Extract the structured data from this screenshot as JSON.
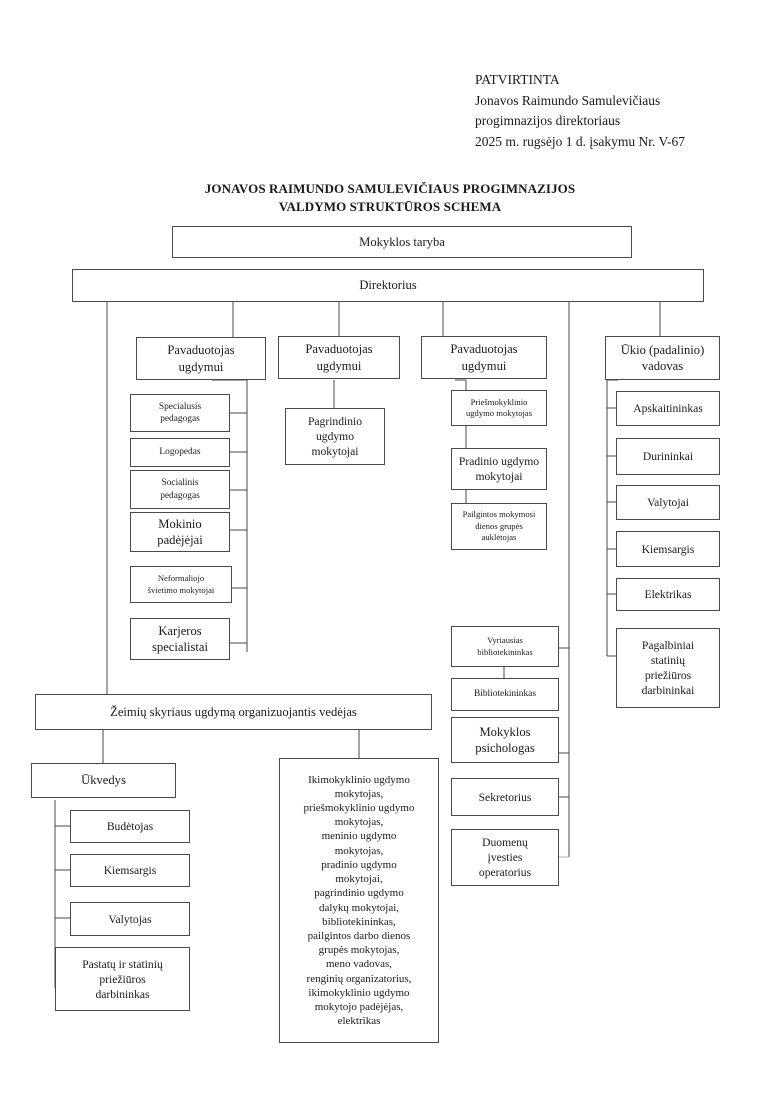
{
  "document": {
    "approval_header": [
      "PATVIRTINTA",
      "Jonavos Raimundo Samulevičiaus",
      "progimnazijos direktoriaus",
      "2025 m. rugsėjo 1 d. įsakymu Nr. V-67"
    ],
    "title_line1": "JONAVOS RAIMUNDO SAMULEVIČIAUS PROGIMNAZIJOS",
    "title_line2": "VALDYMO STRUKTŪROS SCHEMA"
  },
  "chart_data": {
    "type": "diagram",
    "title": "JONAVOS RAIMUNDO SAMULEVIČIAUS PROGIMNAZIJOS VALDYMO STRUKTŪROS SCHEMA",
    "orientation": "top-down organizational hierarchy",
    "line_color": "#4a4a4a",
    "background": "#ffffff"
  },
  "nodes": {
    "council": "Mokyklos taryba",
    "director": "Direktorius",
    "deputy1": "Pavaduotojas\nugdymui",
    "deputy2": "Pavaduotojas\nugdymui",
    "deputy3": "Pavaduotojas\nugdymui",
    "economy_head": "Ūkio (padalinio)\nvadovas",
    "col1": [
      "Specialusis\npedagogas",
      "Logopedas",
      "Socialinis\npedagogas",
      "Mokinio\npadėjėjai",
      "Neformaliojo\nšvietimo mokytojai",
      "Karjeros\nspecialistai"
    ],
    "col2": [
      "Pagrindinio\nugdymo\nmokytojai"
    ],
    "col3": [
      "Priešmokyklinio\nugdymo  mokytojas",
      "Pradinio ugdymo\nmokytojai",
      "Pailgintos mokymosi\ndienos grupės\nauklėtojas"
    ],
    "col4": [
      "Apskaitininkas",
      "Durininkai",
      "Valytojai",
      "Kiemsargis",
      "Elektrikas",
      "Pagalbiniai\nstatinių\npriežiūros\ndarbininkai"
    ],
    "center_column": [
      "Vyriausias\nbibliotekininkas",
      "Bibliotekininkas",
      "Mokyklos\npsichologas",
      "Sekretorius",
      "Duomenų\nįvesties\noperatorius"
    ],
    "zeimiai_head": "Žeimių skyriaus ugdymą organizuojantis vedėjas",
    "ukvedys": "Ūkvedys",
    "ukvedys_children": [
      "Budėtojas",
      "Kiemsargis",
      "Valytojas",
      "Pastatų ir statinių\npriežiūros\ndarbininkas"
    ],
    "zeimiai_staff": "Ikimokyklinio ugdymo\nmokytojas,\npriešmokyklinio ugdymo\nmokytojas,\nmeninio ugdymo\nmokytojas,\npradinio ugdymo\nmokytojai,\npagrindinio ugdymo\ndalykų mokytojai,\nbibliotekininkas,\npailgintos darbo dienos\ngrupės mokytojas,\nmeno vadovas,\nrenginių organizatorius,\nikimokyklinio ugdymo\nmokytojo padėjėjas,\nelektrikas"
  }
}
